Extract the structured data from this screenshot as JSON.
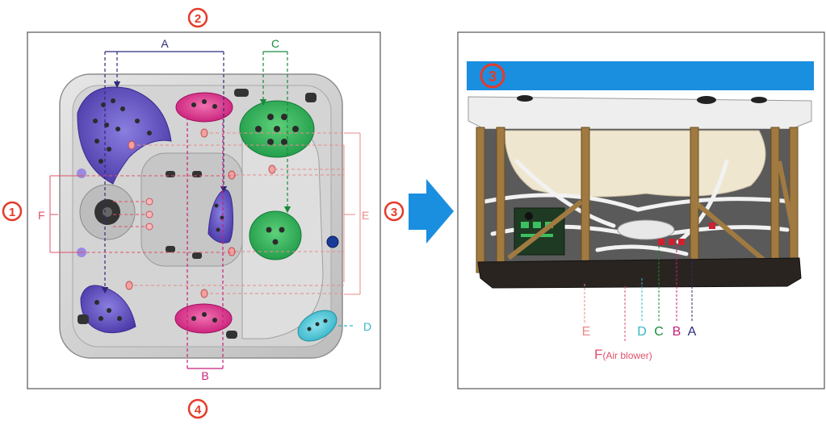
{
  "diagram": {
    "view_labels": {
      "left": "1",
      "top": "2",
      "right": "3",
      "bottom": "4",
      "banner": "3"
    },
    "zone_labels": {
      "A": "A",
      "B": "B",
      "C": "C",
      "D": "D",
      "E": "E",
      "F": "F"
    },
    "pipe_labels": {
      "E": "E",
      "F": "F",
      "F_note": "(Air blower)",
      "D": "D",
      "C": "C",
      "B": "B",
      "A": "A"
    },
    "colors": {
      "A": "#2e2a7a",
      "B": "#c8207a",
      "C": "#1a8a3c",
      "D": "#35b5c8",
      "E": "#e88a8a",
      "F": "#e0506a",
      "badge": "#e53a2a",
      "arrow": "#1a8fe0",
      "banner": "#1a8fe0"
    }
  }
}
